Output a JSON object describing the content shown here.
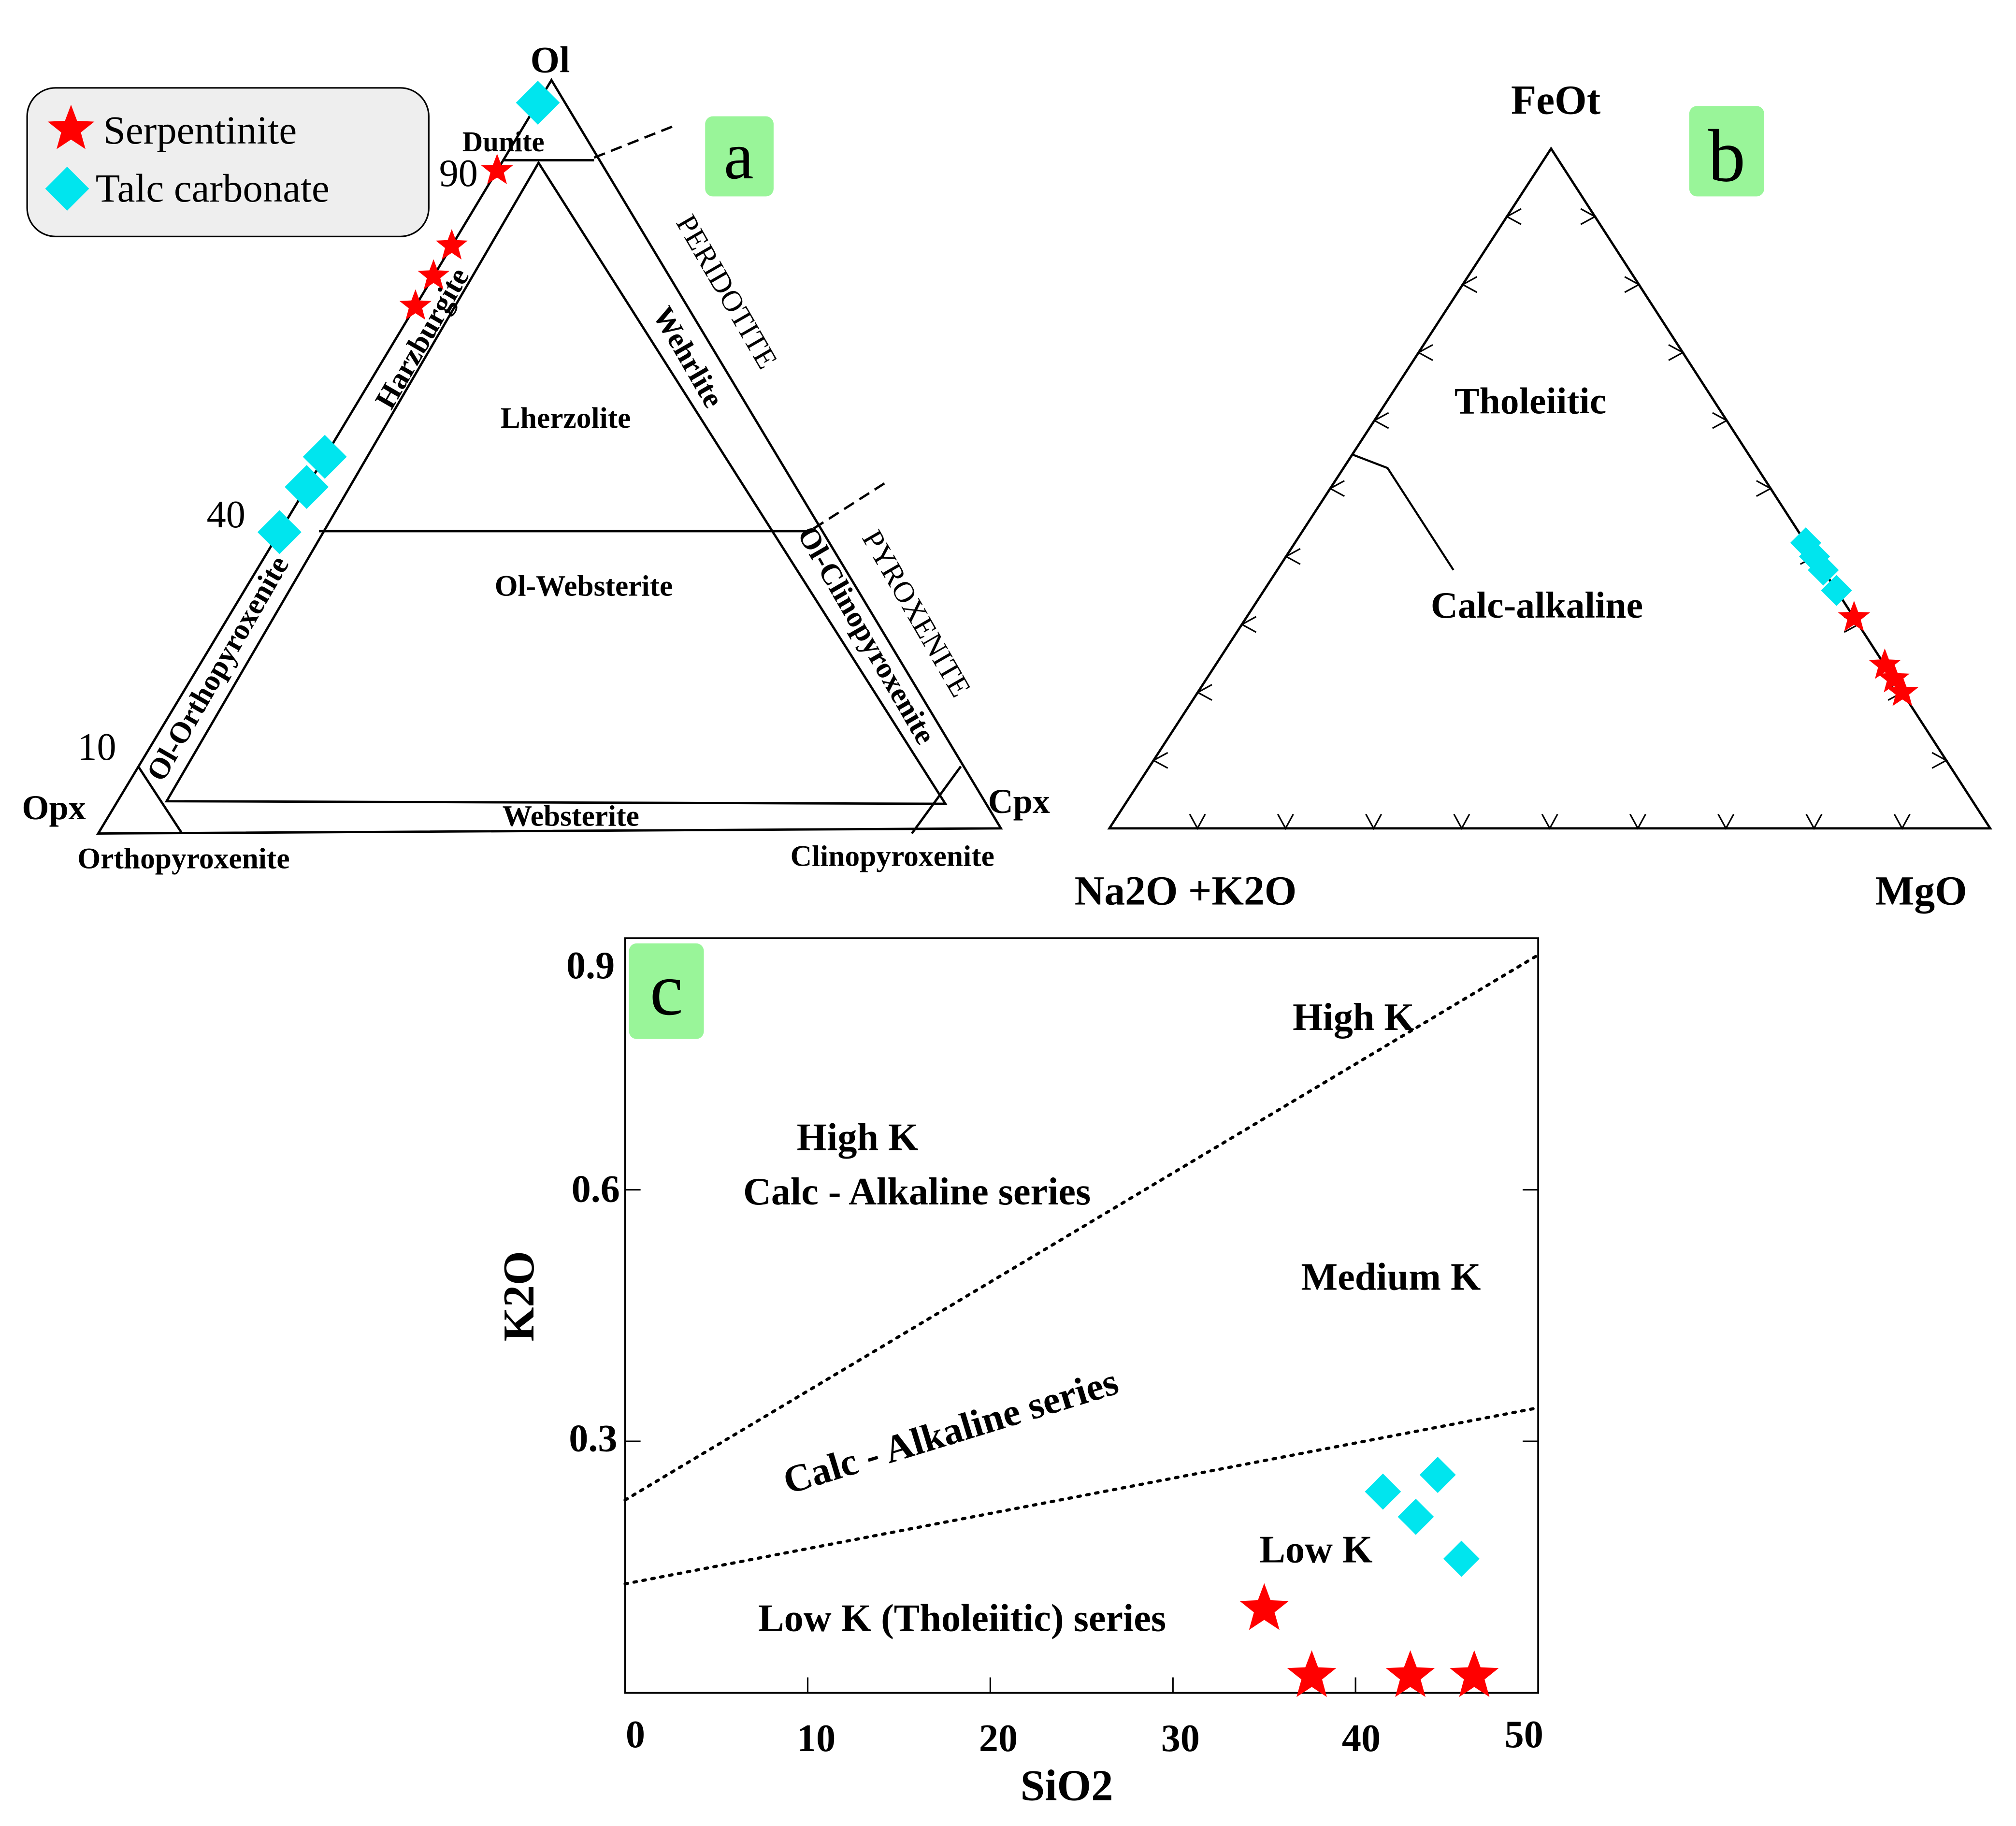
{
  "legend": {
    "items": [
      {
        "label": "Serpentinite",
        "marker": "star",
        "color": "#ff0000"
      },
      {
        "label": "Talc carbonate",
        "marker": "diamond",
        "color": "#00e5ee"
      }
    ]
  },
  "colors": {
    "serpentinite": "#ff0000",
    "talc_carbonate": "#00e5ee",
    "panel_tag_bg": "#99f599"
  },
  "panel_a": {
    "tag": "a",
    "vertices": {
      "top": "Ol",
      "left": "Opx",
      "right": "Cpx"
    },
    "ol_ticks": [
      "90",
      "40",
      "10"
    ],
    "field_labels": [
      "Dunite",
      "Harzburgite",
      "Lherzolite",
      "Wehrlite",
      "Ol-Websterite",
      "Ol-Orthopyroxenite",
      "Ol-Clinopyroxenite",
      "Websterite",
      "Orthopyroxenite",
      "Clinopyroxenite"
    ],
    "group_labels": [
      "PERIDOTITE",
      "PYROXENITE"
    ]
  },
  "panel_b": {
    "tag": "b",
    "vertices": {
      "top": "FeOt",
      "left": "Na2O +K2O",
      "right": "MgO"
    },
    "field_labels": [
      "Tholeiitic",
      "Calc-alkaline"
    ]
  },
  "panel_c": {
    "tag": "c",
    "xlabel": "SiO2",
    "ylabel": "K2O",
    "xticks": [
      "0",
      "10",
      "20",
      "30",
      "40",
      "50"
    ],
    "yticks": [
      "0.9",
      "0.6",
      "0.3"
    ],
    "region_labels": [
      "High K",
      "High K",
      "Calc - Alkaline series",
      "Medium K",
      "Calc - Alkaline series",
      "Low K",
      "Low K (Tholeiitic) series"
    ]
  },
  "chart_data": [
    {
      "panel": "a",
      "type": "scatter",
      "system": "ternary",
      "axes": [
        "Ol",
        "Opx",
        "Cpx"
      ],
      "series": [
        {
          "name": "Serpentinite",
          "points": [
            [
              88,
              12,
              0
            ],
            [
              78,
              22,
              0
            ],
            [
              74,
              26,
              0
            ],
            [
              70,
              30,
              0
            ]
          ]
        },
        {
          "name": "Talc carbonate",
          "points": [
            [
              97,
              3,
              0
            ],
            [
              50,
              50,
              0
            ],
            [
              46,
              54,
              0
            ],
            [
              40,
              60,
              0
            ]
          ]
        }
      ]
    },
    {
      "panel": "b",
      "type": "scatter",
      "system": "ternary",
      "axes": [
        "FeOt",
        "Na2O +K2O",
        "MgO"
      ],
      "boundary": [
        [
          40,
          60,
          0
        ],
        [
          50,
          50,
          0
        ],
        [
          55,
          45,
          0
        ],
        [
          53,
          42,
          5
        ],
        [
          38,
          42,
          20
        ]
      ],
      "series": [
        {
          "name": "Talc carbonate",
          "points": [
            [
              42,
              0,
              58
            ],
            [
              40,
              0,
              60
            ],
            [
              38,
              0,
              62
            ],
            [
              35,
              0,
              65
            ]
          ]
        },
        {
          "name": "Serpentinite",
          "points": [
            [
              31,
              0,
              69
            ],
            [
              24,
              0,
              76
            ],
            [
              22,
              0,
              78
            ],
            [
              20,
              0,
              80
            ]
          ]
        }
      ]
    },
    {
      "panel": "c",
      "type": "scatter",
      "xlabel": "SiO2",
      "ylabel": "K2O",
      "xlim": [
        0,
        50
      ],
      "ylim": [
        0,
        0.9
      ],
      "lines": [
        {
          "x": [
            0,
            50
          ],
          "y": [
            0.23,
            0.88
          ]
        },
        {
          "x": [
            0,
            50
          ],
          "y": [
            0.13,
            0.34
          ]
        }
      ],
      "series": [
        {
          "name": "Talc carbonate",
          "x": [
            41.5,
            44.5,
            43.3,
            45.8
          ],
          "y": [
            0.24,
            0.26,
            0.21,
            0.16
          ]
        },
        {
          "name": "Serpentinite",
          "x": [
            35,
            37.6,
            43,
            46.5
          ],
          "y": [
            0.1,
            0.02,
            0.02,
            0.02
          ]
        }
      ]
    }
  ]
}
